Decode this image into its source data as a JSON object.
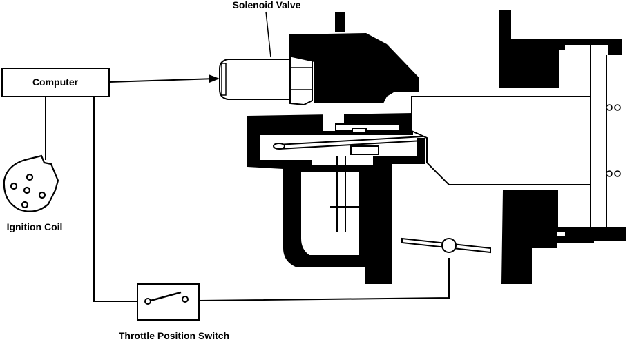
{
  "labels": {
    "solenoid_valve": "Solenoid Valve",
    "computer": "Computer",
    "ignition_coil": "Ignition Coil",
    "throttle_position_switch": "Throttle Position Switch"
  },
  "colors": {
    "ink": "#000000",
    "paper": "#ffffff"
  }
}
